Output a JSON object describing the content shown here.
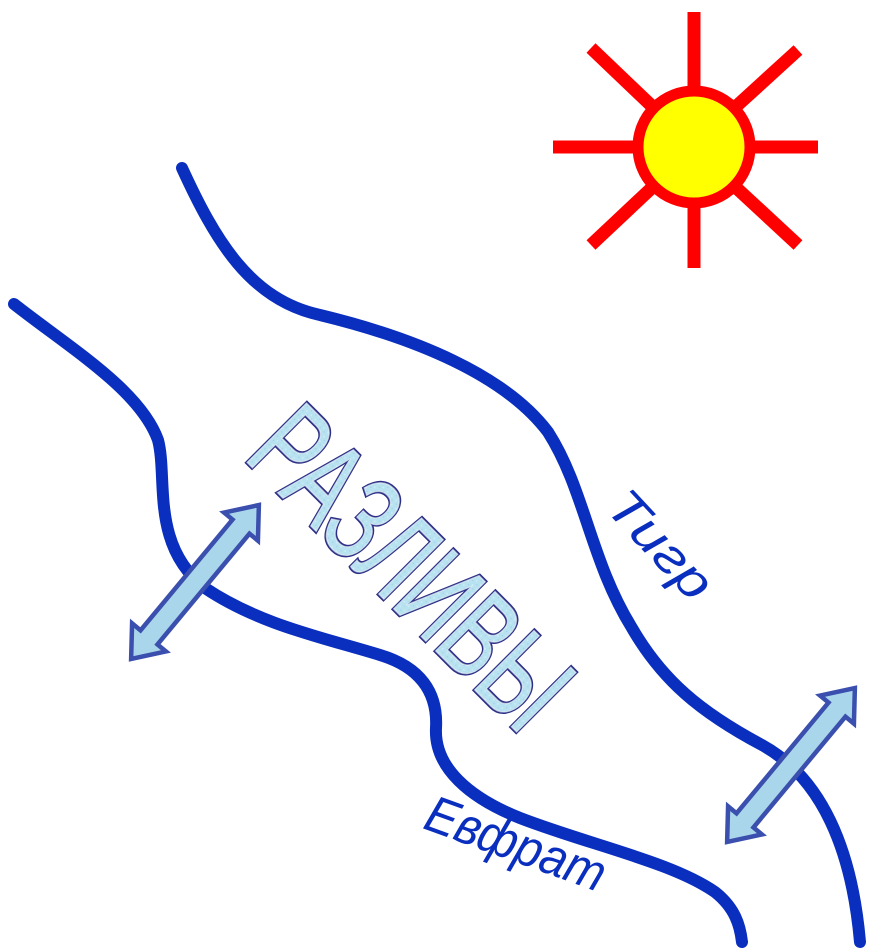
{
  "headline": {
    "text": "РАЗЛИВЫ",
    "fill_color": "#b8e2f0",
    "outline_color": "#2b2f86"
  },
  "rivers": {
    "tigris": {
      "label": "Тигр",
      "color": "#0a2fbf",
      "label_color": "#0a2fbf"
    },
    "euphrates": {
      "label": "Евфрат",
      "color": "#0a2fbf",
      "label_color": "#0a2fbf"
    }
  },
  "sun": {
    "disc_color": "#ffff00",
    "ray_color": "#ff0000"
  },
  "arrows": {
    "fill_color": "#a9d6ea",
    "outline_color": "#3a4fae"
  }
}
